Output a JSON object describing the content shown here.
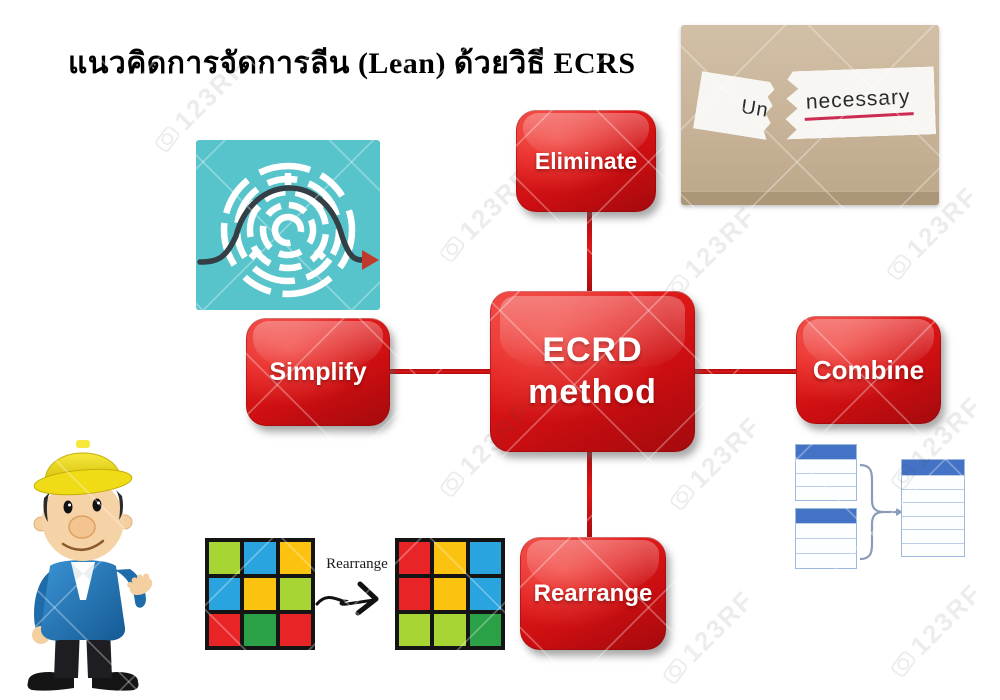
{
  "title": "แนวคิดการจัดการลีน (Lean) ด้วยวิธี ECRS",
  "diagram": {
    "center_line1": "ECRD",
    "center_line2": "method",
    "eliminate": "Eliminate",
    "combine": "Combine",
    "rearrange": "Rearrange",
    "simplify": "Simplify"
  },
  "illustrations": {
    "unnecessary": {
      "prefix": "Un",
      "word": "necessary"
    },
    "rearrange_demo": {
      "caption": "Rearrange",
      "before": [
        "#a6d534",
        "#29a4df",
        "#fcc210",
        "#29a4df",
        "#fcc210",
        "#a6d534",
        "#e92427",
        "#2aa147",
        "#e92427"
      ],
      "after": [
        "#e92427",
        "#fcc210",
        "#29a4df",
        "#e92427",
        "#fcc210",
        "#29a4df",
        "#a6d534",
        "#a6d534",
        "#2aa147"
      ]
    }
  },
  "colors": {
    "node_red_light": "#ef403c",
    "node_red_dark": "#a30a0d",
    "connector_red": "#c20d12",
    "maze_background": "#57c4cc",
    "maze_overpass": "#333f45",
    "arrow_red": "#c0392b",
    "cardboard": "#c8b398",
    "underline_red": "#cc2b52",
    "table_header_blue": "#4472c4",
    "table_border_blue": "#9cb8dd",
    "hat_yellow": "#efdb16",
    "jacket_blue": "#2d84c6"
  },
  "watermark": {
    "text": "123RF"
  }
}
